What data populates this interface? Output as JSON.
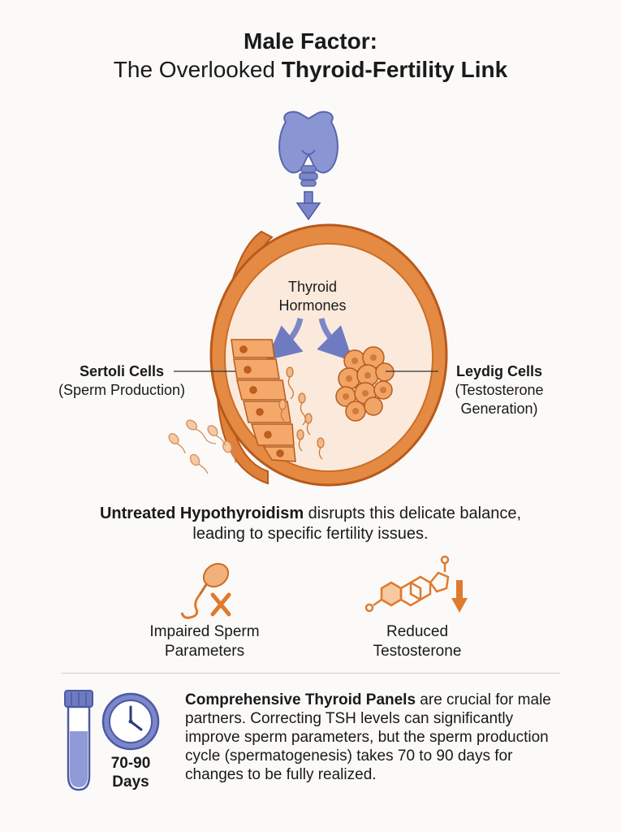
{
  "title": {
    "line1": "Male Factor:",
    "line2_prefix": "The Overlooked ",
    "line2_bold": "Thyroid-Fertility Link"
  },
  "diagram": {
    "hormones_label_1": "Thyroid",
    "hormones_label_2": "Hormones",
    "sertoli": {
      "title": "Sertoli Cells",
      "subtitle": "(Sperm Production)"
    },
    "leydig": {
      "title": "Leydig Cells",
      "subtitle_1": "(Testosterone",
      "subtitle_2": "Generation)"
    }
  },
  "description": {
    "bold": "Untreated Hypothyroidism",
    "text": " disrupts this delicate balance, leading to specific fertility issues."
  },
  "issues": [
    {
      "line1": "Impaired Sperm",
      "line2": "Parameters"
    },
    {
      "line1": "Reduced",
      "line2": "Testosterone"
    }
  ],
  "timeline": {
    "line1": "70-90",
    "line2": "Days"
  },
  "panel": {
    "bold": "Comprehensive Thyroid Panels",
    "text": " are crucial for male partners. Correcting TSH levels can significantly improve sperm parameters, but the sperm production cycle (spermatogenesis) takes 70 to 90 days for changes to be fully realized."
  },
  "colors": {
    "orange": "#e07a2e",
    "orange_light": "#f2b07a",
    "cream": "#fbeee0",
    "blue": "#7b87c8",
    "blue_dark": "#4d5aa3"
  },
  "icons": [
    "thyroid-gland-icon",
    "sperm-cross-icon",
    "steroid-down-icon",
    "test-tube-icon",
    "clock-icon"
  ]
}
